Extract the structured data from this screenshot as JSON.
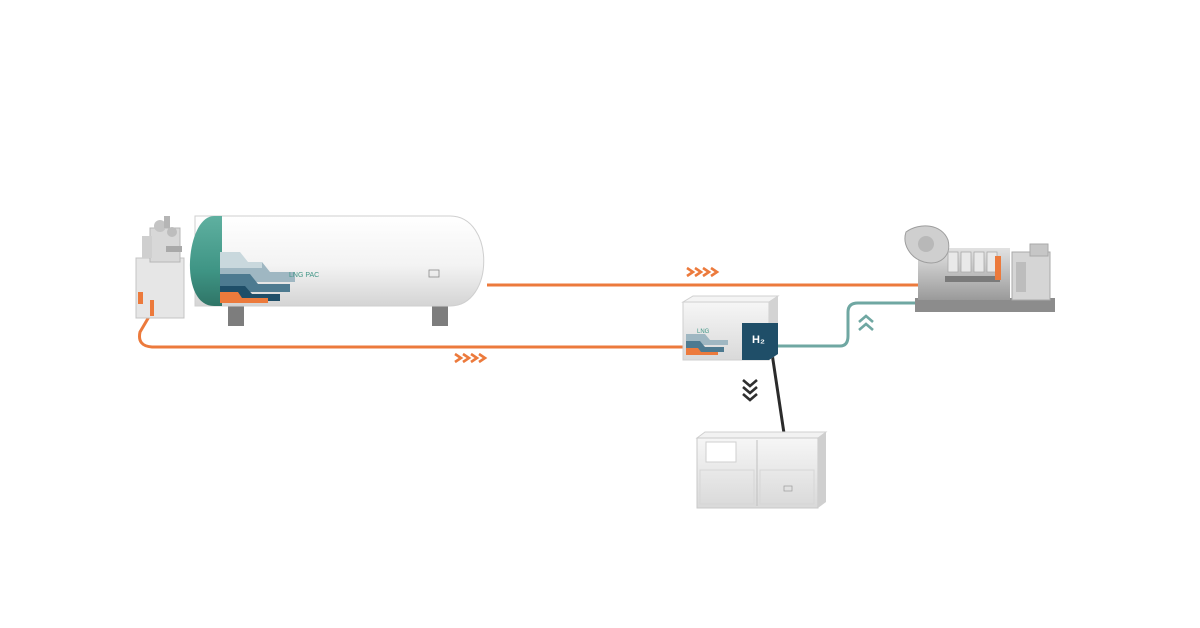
{
  "diagram": {
    "tank_label": "LNG PAC",
    "reformer_label": "LNG",
    "reformer_h2_label": "H₂",
    "arrow_glyph": "»»»",
    "colors": {
      "lng_pipe": "#ec7a3c",
      "h2_pipe": "#6fa7a2",
      "co2_line": "#2b2b2b",
      "tank_cap": "#3f9585",
      "reformer_dark": "#1f4e68",
      "equipment_body": "#eeeeee",
      "chevrons_dark": "#2f2f2f"
    },
    "components": [
      {
        "id": "lng-tank",
        "icon": "tank-icon"
      },
      {
        "id": "reformer-unit",
        "icon": "reformer-icon"
      },
      {
        "id": "engine",
        "icon": "engine-icon"
      },
      {
        "id": "co2-container",
        "icon": "container-icon"
      }
    ]
  }
}
